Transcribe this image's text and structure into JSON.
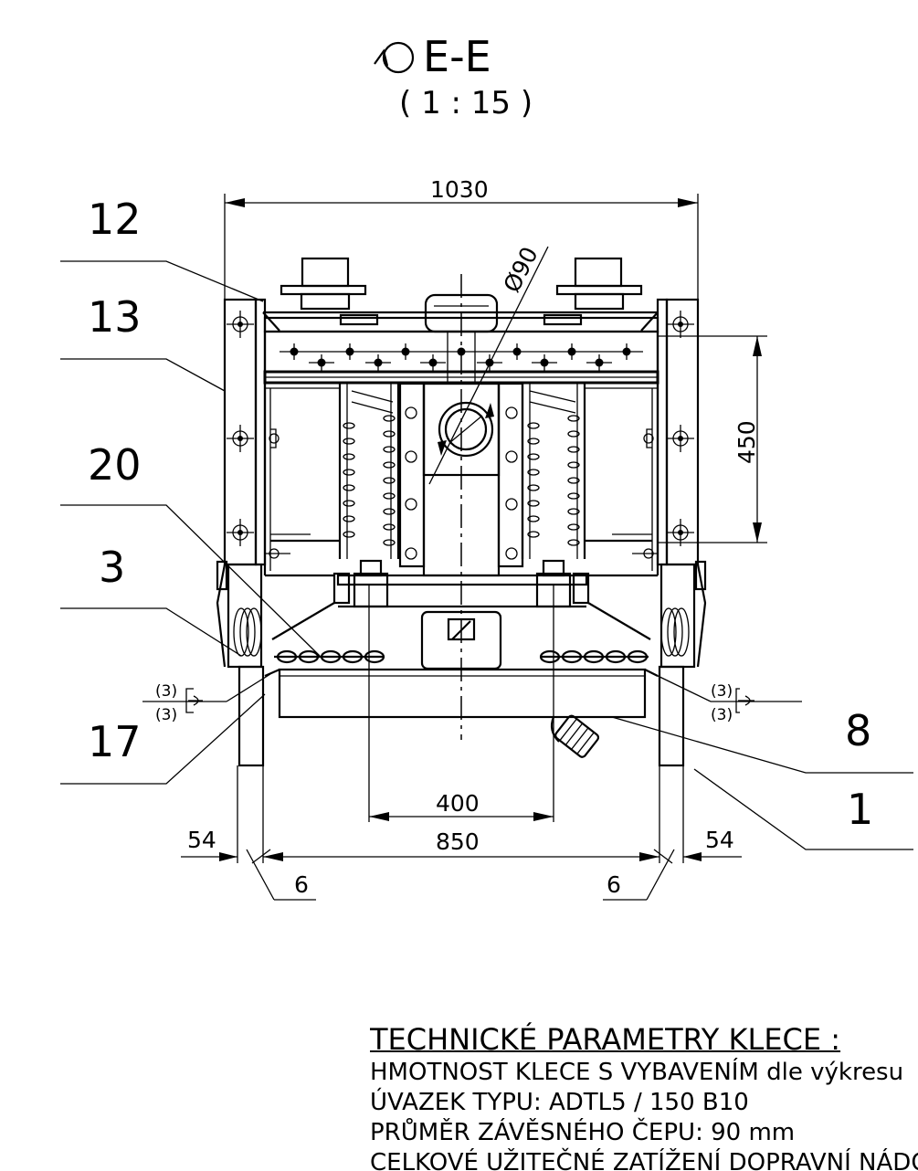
{
  "section": {
    "symbol": "rotated-view-icon",
    "label": "E-E",
    "scale": "( 1 : 15 )"
  },
  "dimensions": {
    "overall_width": "1030",
    "pin_diameter": "Ø90",
    "height": "450",
    "spring_spacing": "400",
    "inner_width": "850",
    "side_left": "54",
    "side_right": "54",
    "gap_left": "6",
    "gap_right": "6",
    "weld_1": "(3)",
    "weld_2": "(3)",
    "weld_3": "(3)",
    "weld_4": "(3)"
  },
  "callouts": {
    "c12": "12",
    "c13": "13",
    "c20": "20",
    "c3": "3",
    "c17": "17",
    "c8": "8",
    "c1": "1"
  },
  "parameters": {
    "heading": "TECHNICKÉ PARAMETRY KLECE :",
    "lines": [
      "HMOTNOST KLECE S VYBAVENÍM dle výkresu",
      "ÚVAZEK TYPU: ADTL5 / 150 B10",
      "PRŮMĚR ZÁVĚSNÉHO ČEPU: 90 mm",
      "CELKOVÉ UŽITEČNÉ ZATÍŽENÍ DOPRAVNÍ NÁDOBY"
    ]
  }
}
